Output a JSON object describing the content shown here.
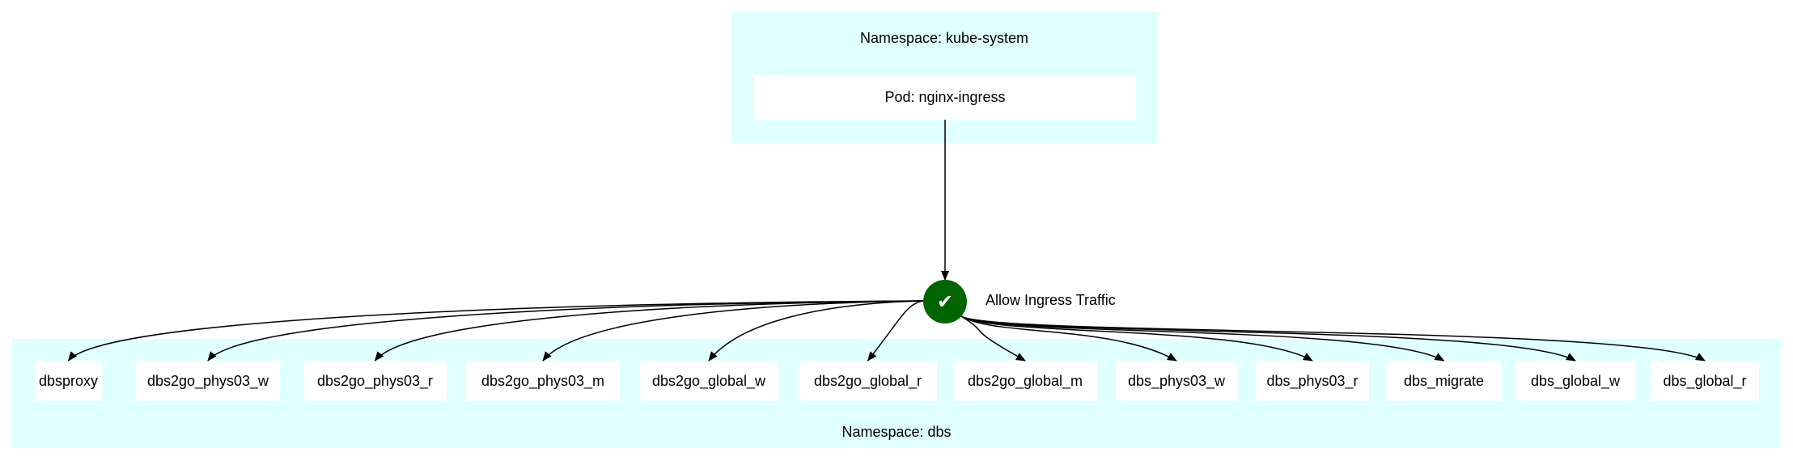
{
  "source_namespace": {
    "label": "Namespace: kube-system",
    "pod_label": "Pod: nginx-ingress"
  },
  "policy": {
    "icon": "check-icon",
    "symbol": "✔",
    "label": "Allow Ingress Traffic",
    "color": "#006400"
  },
  "target_namespace": {
    "label": "Namespace: dbs",
    "pods": [
      {
        "label": "dbsproxy"
      },
      {
        "label": "dbs2go_phys03_w"
      },
      {
        "label": "dbs2go_phys03_r"
      },
      {
        "label": "dbs2go_phys03_m"
      },
      {
        "label": "dbs2go_global_w"
      },
      {
        "label": "dbs2go_global_r"
      },
      {
        "label": "dbs2go_global_m"
      },
      {
        "label": "dbs_phys03_w"
      },
      {
        "label": "dbs_phys03_r"
      },
      {
        "label": "dbs_migrate"
      },
      {
        "label": "dbs_global_w"
      },
      {
        "label": "dbs_global_r"
      }
    ]
  },
  "colors": {
    "cluster_fill": "#e0ffff",
    "edge": "#000000"
  }
}
